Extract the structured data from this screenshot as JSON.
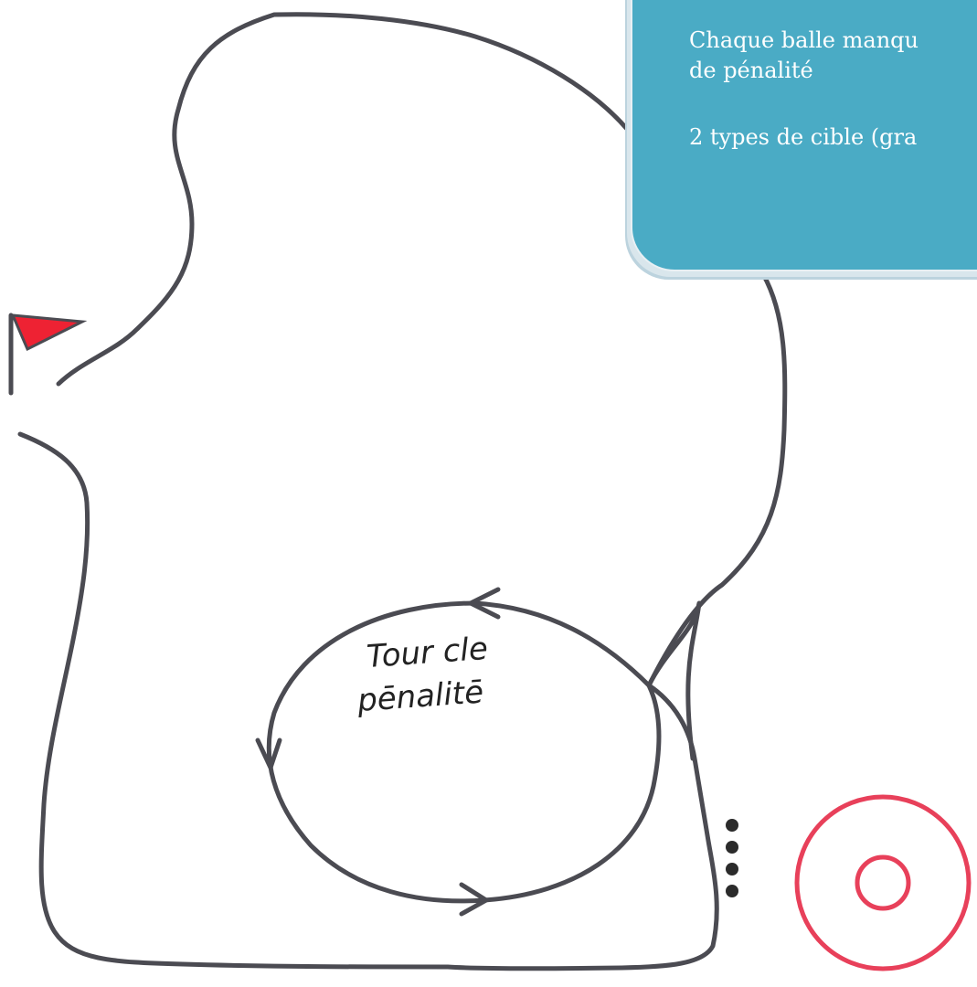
{
  "colors": {
    "ink": "#4b4b52",
    "flag": "#ee2233",
    "target": "#e8405a",
    "callout_bg": "#4aabc5",
    "callout_text": "#ffffff"
  },
  "icons": [
    "flag-icon",
    "target-icon",
    "direction-arrow-icon",
    "shot-dot-icon"
  ],
  "loop_label": {
    "line1": "Tour cle",
    "line2": "pēnalitē"
  },
  "callout": {
    "line1": "Chaque balle manqu",
    "line2": "de pénalité",
    "line3": "2 types de cible (gra"
  },
  "shot_dots": 4
}
